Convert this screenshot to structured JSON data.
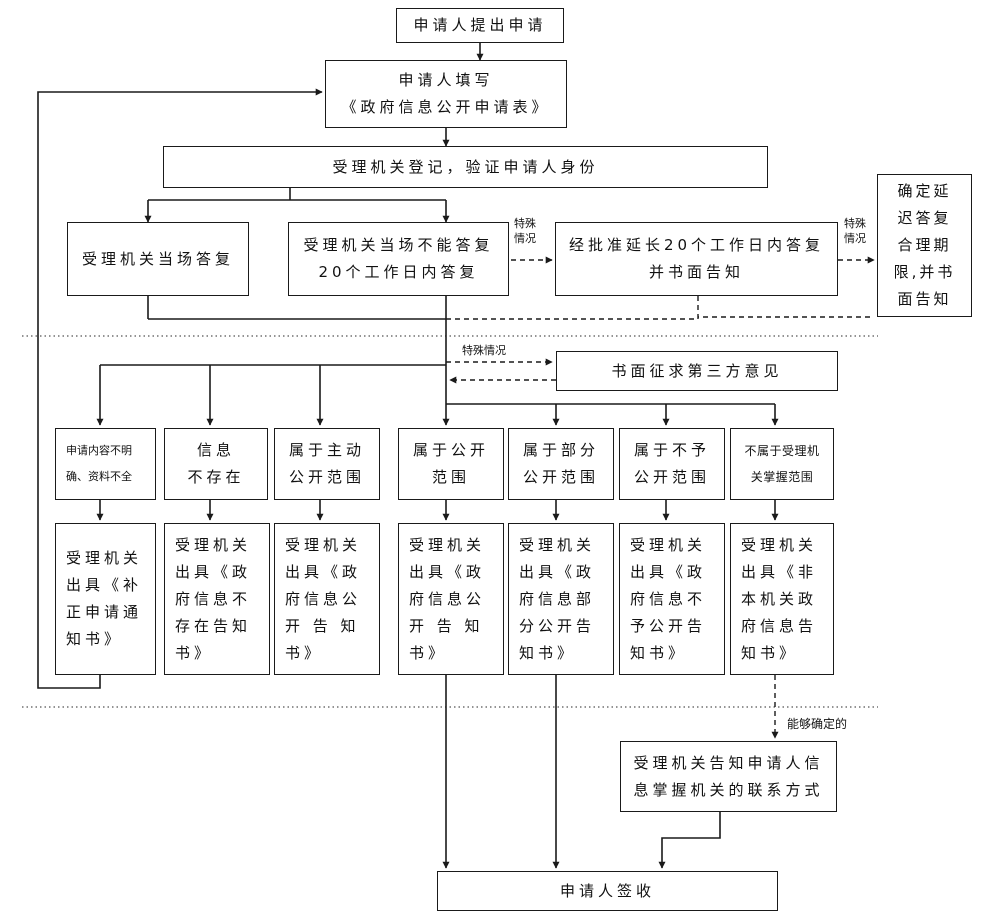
{
  "nodes": {
    "apply": "申请人提出申请",
    "fill_form": "申请人填写\n《政府信息公开申请表》",
    "register": "受理机关登记，验证申请人身份",
    "reply_on_spot": "受理机关当场答复",
    "reply_20_days": "受理机关当场不能答复\n20个工作日内答复",
    "extend_20_days": "经批准延长20个工作日内答复\n并书面告知",
    "delayed_reply": "确定延\n迟答复\n合理期\n限,并书\n面告知",
    "third_party": "书面征求第三方意见",
    "unclear": "申请内容不明\n确、资料不全",
    "not_exist": "信息\n不存在",
    "active_disclosure": "属于主动\n公开范围",
    "public_scope": "属于公开\n范围",
    "partial_scope": "属于部分\n公开范围",
    "not_public_scope": "属于不予\n公开范围",
    "not_held_scope": "不属于受理机\n关掌握范围",
    "notice_correction": "受理机关\n出具《补\n正申请通\n知书》",
    "notice_not_exist": "受理机关\n出具《政\n府信息不\n存在告知\n书》",
    "notice_active": "受理机关\n出具《政\n府信息公\n开 告 知\n书》",
    "notice_public": "受理机关\n出具《政\n府信息公\n开 告 知\n书》",
    "notice_partial": "受理机关\n出具《政\n府信息部\n分公开告\n知书》",
    "notice_not_public": "受理机关\n出具《政\n府信息不\n予公开告\n知书》",
    "notice_not_held": "受理机关\n出具《非\n本机关政\n府信息告\n知书》",
    "inform_contact": "受理机关告知申请人信\n息掌握机关的联系方式",
    "sign_receipt": "申请人签收"
  },
  "labels": {
    "special_case_a": "特殊\n情况",
    "special_case_b": "特殊\n情况",
    "special_case_c": "特殊情况",
    "determinable": "能够确定的"
  },
  "colors": {
    "line": "#1a1a1a",
    "separator": "#555555"
  }
}
